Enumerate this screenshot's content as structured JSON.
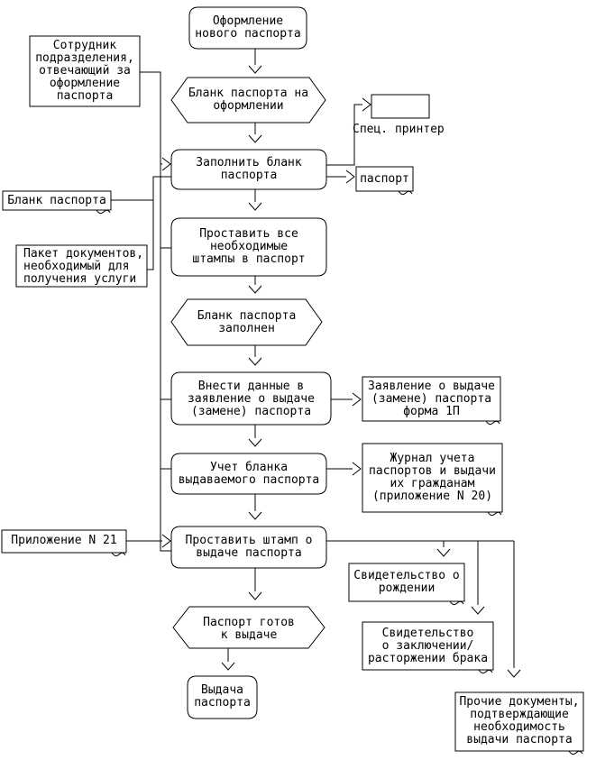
{
  "page": {
    "background": "#ffffff",
    "line_color": "#000000",
    "text_color": "#000000"
  },
  "flowchart": {
    "start": "Оформление\nнового паспорта",
    "blank_on_processing": "Бланк паспорта на\nоформлении",
    "fill_blank": "Заполнить бланк\nпаспорта",
    "special_printer_label": "Спец. принтер",
    "passport_doc": "паспорт",
    "employee": "Сотрудник\nподразделения,\nотвечающий за\nоформление\nпаспорта",
    "passport_blank": "Бланк паспорта",
    "document_package": "Пакет документов,\nнеобходимый для\nполучения услуги",
    "put_stamps": "Проставить все\nнеобходимые\nштампы в паспорт",
    "blank_filled": "Бланк паспорта\nзаполнен",
    "enter_data": "Внести данные в\nзаявление о выдаче\n(замене) паспорта",
    "application_form": "Заявление о выдаче\n(замене) паспорта\nформа 1П",
    "accounting": "Учет бланка\nвыдаваемого паспорта",
    "journal": "Журнал учета\nпаспортов и выдачи\nих гражданам\n(приложение N 20)",
    "attachment_21": "Приложение N 21",
    "issue_stamp": "Проставить штамп о\nвыдаче паспорта",
    "birth_certificate": "Свидетельство о\nрождении",
    "marriage_certificate": "Свидетельство\nо заключении/\nрасторжении брака",
    "other_documents": "Прочие документы,\nподтверждающие\nнеобходимость\nвыдачи паспорта",
    "passport_ready": "Паспорт готов\nк выдаче",
    "passport_issue": "Выдача\nпаспорта"
  }
}
